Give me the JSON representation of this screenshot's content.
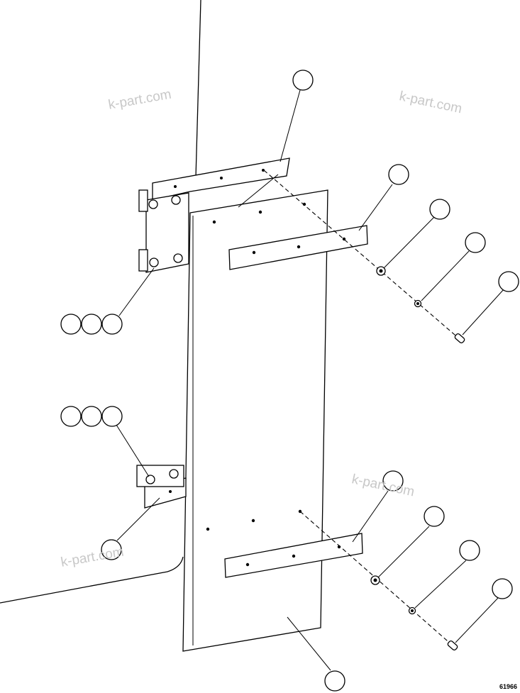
{
  "diagram": {
    "figure_code": "61966",
    "watermarks": [
      "k-part.com",
      "k-part.com",
      "k-part.com",
      "k-part.com"
    ],
    "callouts": [
      "callout-bracket-upper",
      "callout-strap-upper",
      "callout-washer-upper",
      "callout-lockwasher-upper",
      "callout-bolt-upper",
      "callout-hinge-upper-a",
      "callout-hinge-upper-b",
      "callout-hinge-upper-c",
      "callout-hinge-lower-a",
      "callout-hinge-lower-b",
      "callout-hinge-lower-c",
      "callout-hinge-lower-bracket",
      "callout-strap-lower",
      "callout-washer-lower",
      "callout-lockwasher-lower",
      "callout-bolt-lower",
      "callout-panel"
    ]
  }
}
